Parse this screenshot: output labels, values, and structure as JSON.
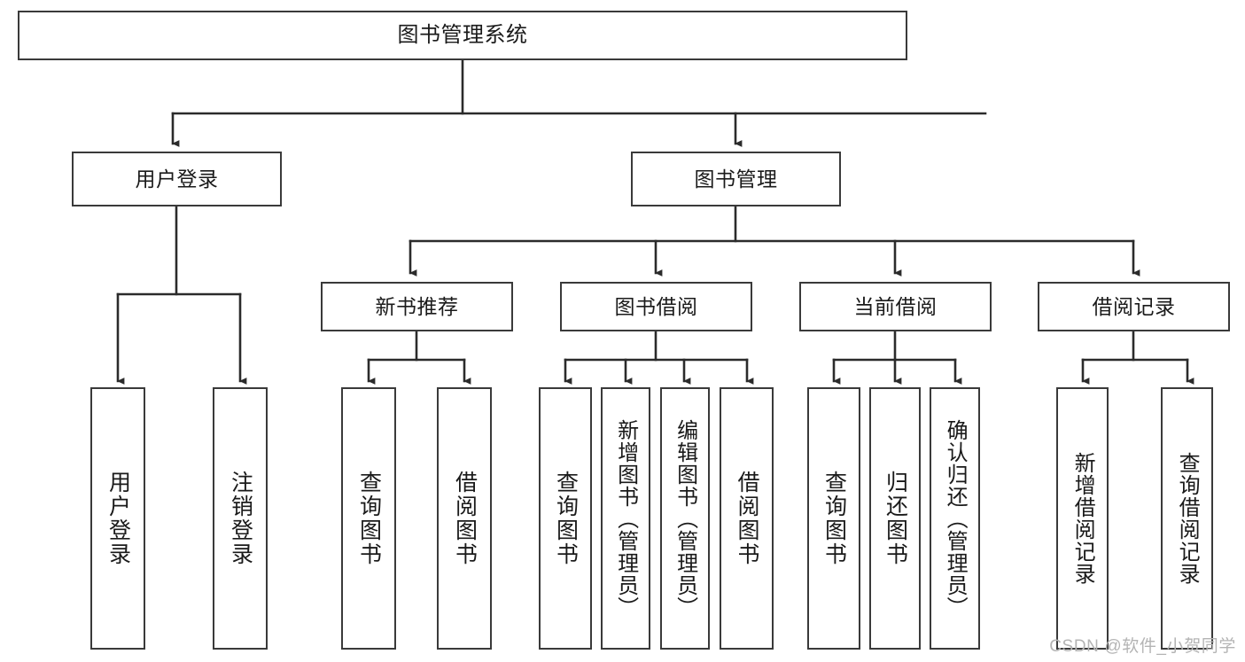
{
  "diagram": {
    "type": "tree",
    "title": "图书管理系统",
    "root": {
      "label": "图书管理系统"
    },
    "level1": [
      {
        "label": "用户登录"
      },
      {
        "label": "图书管理"
      }
    ],
    "level2": [
      {
        "label": "新书推荐"
      },
      {
        "label": "图书借阅"
      },
      {
        "label": "当前借阅"
      },
      {
        "label": "借阅记录"
      }
    ],
    "leaves": {
      "user_login": [
        {
          "label": "用户登录"
        },
        {
          "label": "注销登录"
        }
      ],
      "new_book_recommend": [
        {
          "label": "查询图书"
        },
        {
          "label": "借阅图书"
        }
      ],
      "book_borrow": [
        {
          "label": "查询图书"
        },
        {
          "label": "新增图书（管理员）"
        },
        {
          "label": "编辑图书（管理员）"
        },
        {
          "label": "借阅图书"
        }
      ],
      "current_borrow": [
        {
          "label": "查询图书"
        },
        {
          "label": "归还图书"
        },
        {
          "label": "确认归还（管理员）"
        }
      ],
      "borrow_record": [
        {
          "label": "新增借阅记录"
        },
        {
          "label": "查询借阅记录"
        }
      ]
    },
    "watermark": "CSDN @软件_小贺同学",
    "colors": {
      "border": "#3a3a3a",
      "background": "#ffffff",
      "text": "#1a1a1a",
      "watermark": "#b4b4b4"
    }
  }
}
